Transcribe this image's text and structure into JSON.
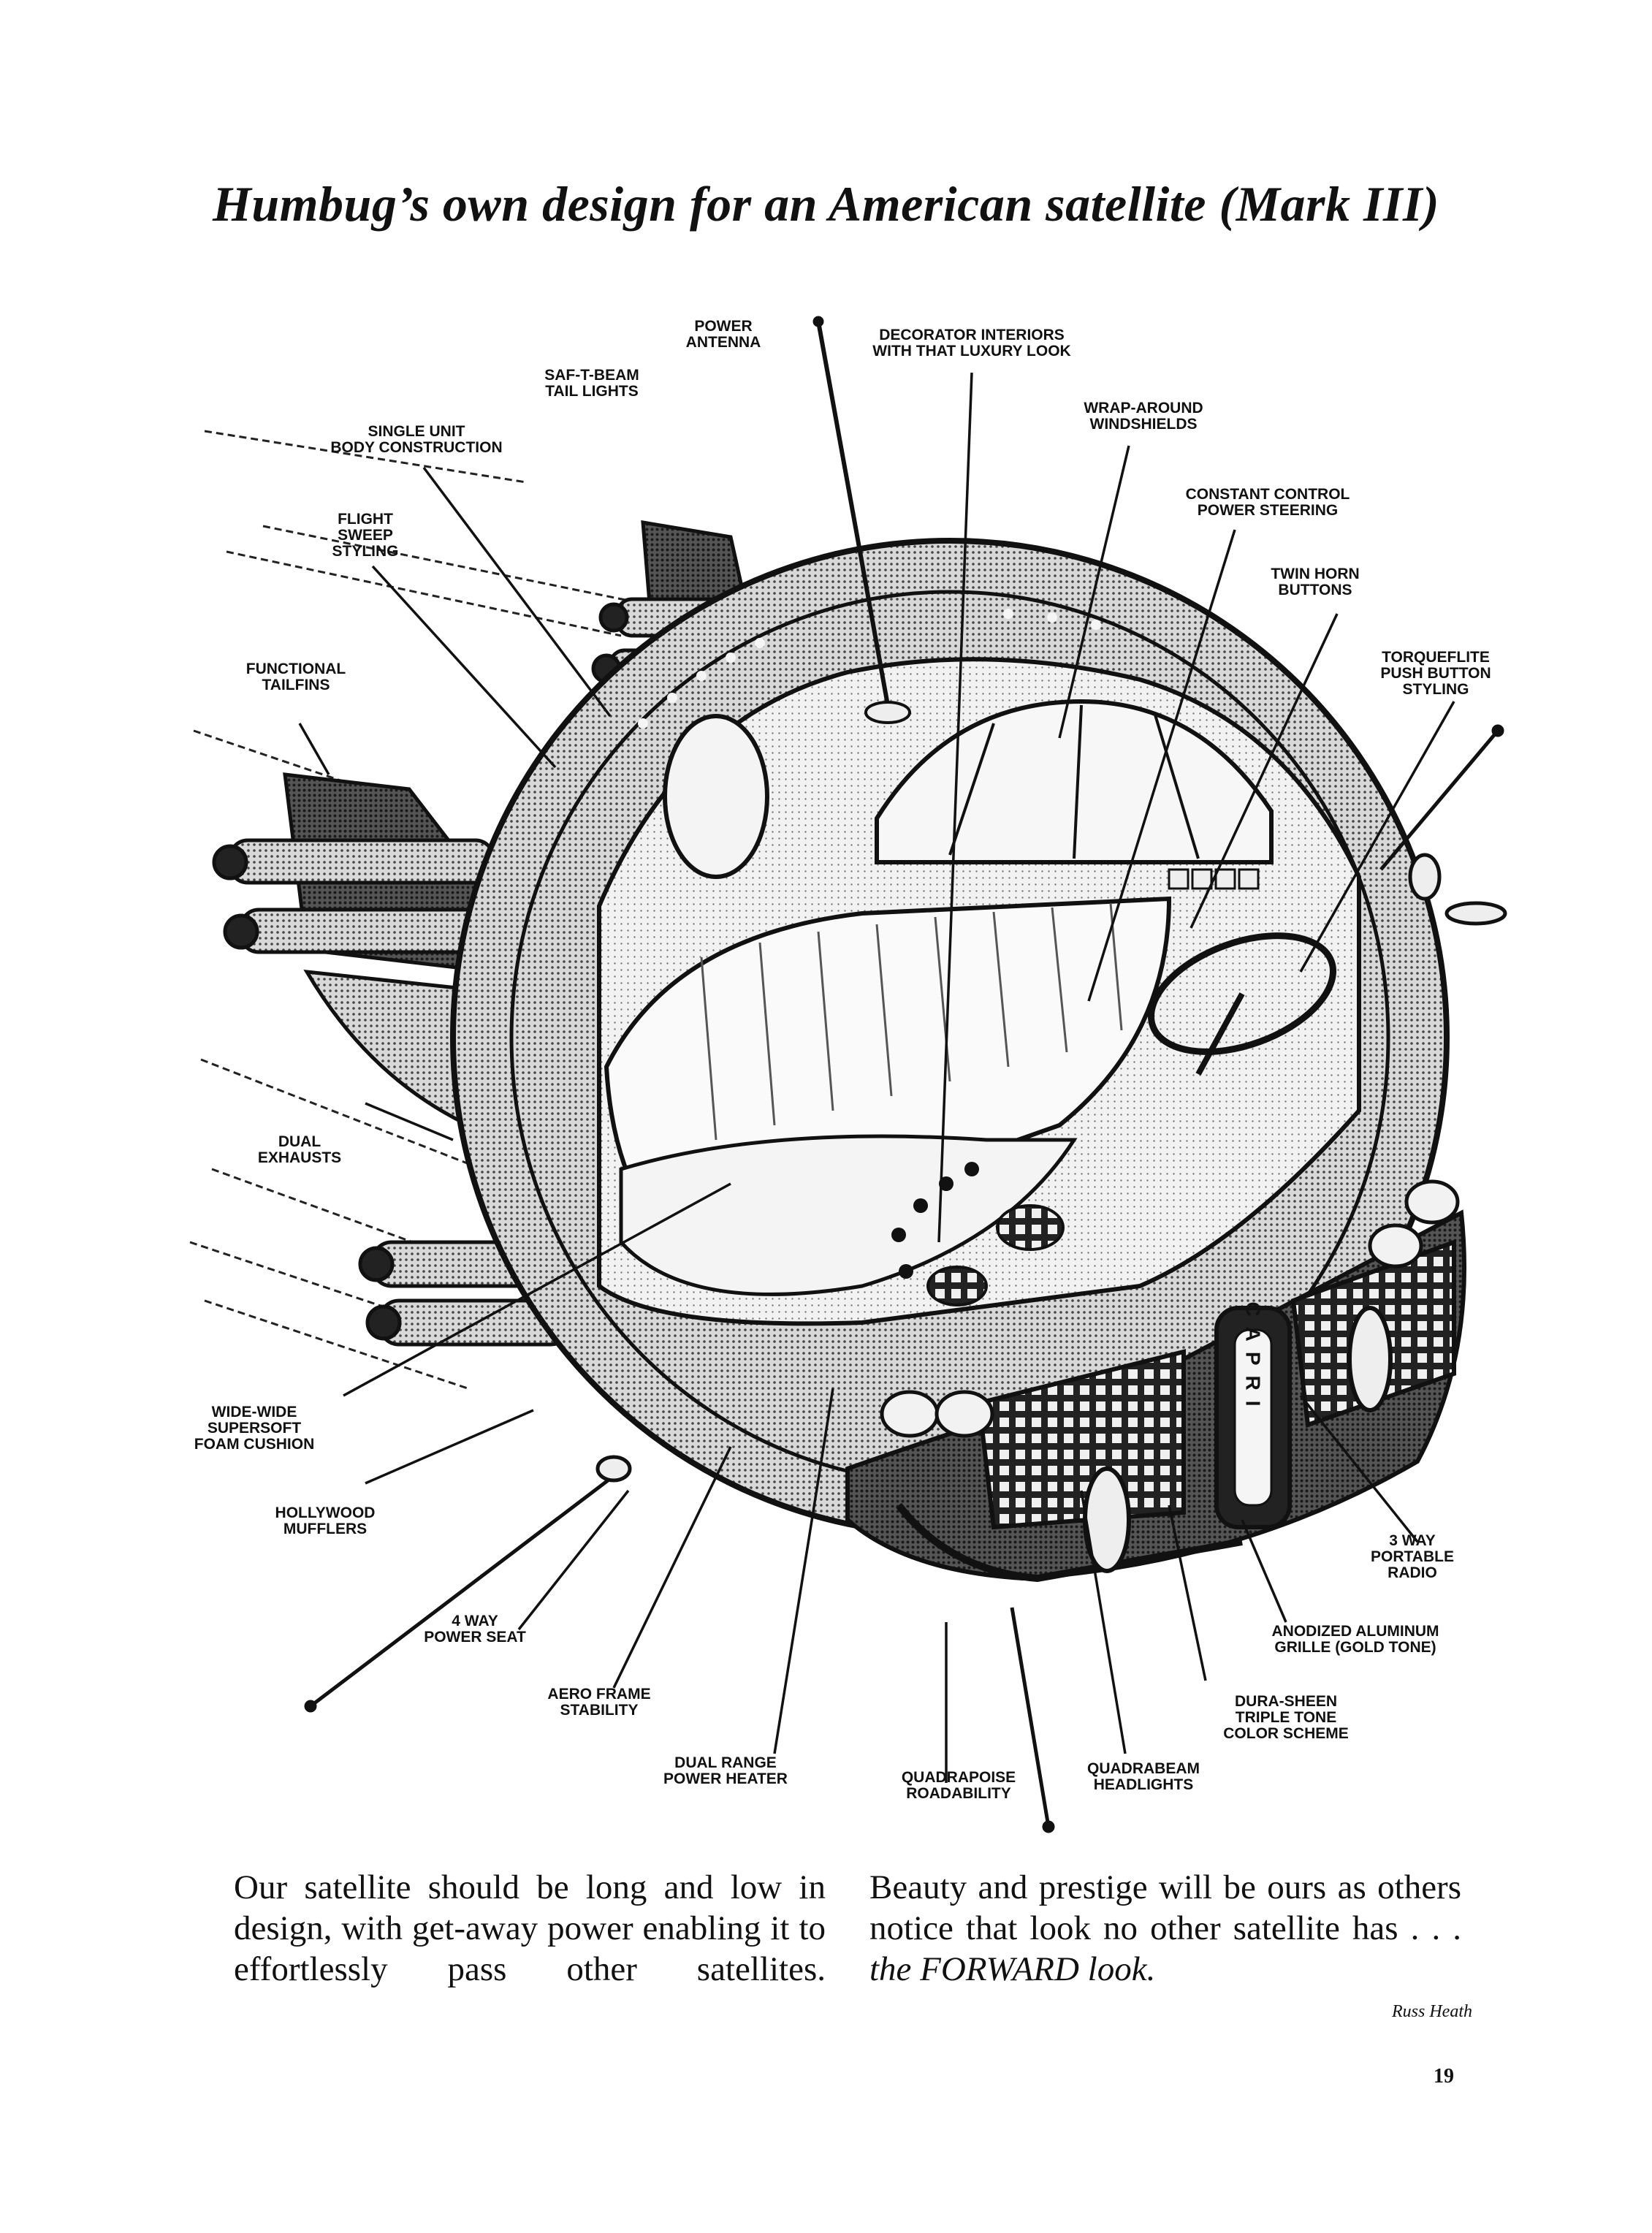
{
  "title": "Humbug’s own design for an American satellite (Mark III)",
  "labels": {
    "power_antenna": "POWER\nANTENNA",
    "decorator_interiors": "DECORATOR INTERIORS\nWITH THAT LUXURY LOOK",
    "saf_t_beam": "SAF-T-BEAM\nTAIL LIGHTS",
    "wrap_around": "WRAP-AROUND\nWINDSHIELDS",
    "single_unit": "SINGLE UNIT\nBODY CONSTRUCTION",
    "constant_control": "CONSTANT CONTROL\nPOWER STEERING",
    "flight_sweep": "FLIGHT\nSWEEP\nSTYLING",
    "twin_horn": "TWIN HORN\nBUTTONS",
    "functional_tailfins": "FUNCTIONAL\nTAILFINS",
    "torqueflite": "TORQUEFLITE\nPUSH BUTTON\nSTYLING",
    "dual_exhausts": "DUAL\nEXHAUSTS",
    "wide_wide": "WIDE-WIDE\nSUPERSOFT\nFOAM CUSHION",
    "hollywood_mufflers": "HOLLYWOOD\nMUFFLERS",
    "three_way_radio": "3 WAY\nPORTABLE\nRADIO",
    "four_way_seat": "4 WAY\nPOWER SEAT",
    "anodized_grille": "ANODIZED ALUMINUM\nGRILLE (GOLD TONE)",
    "aero_frame": "AERO FRAME\nSTABILITY",
    "dura_sheen": "DURA-SHEEN\nTRIPLE TONE\nCOLOR SCHEME",
    "dual_range": "DUAL RANGE\nPOWER HEATER",
    "quadrapoise": "QUADRAPOISE\nROADABILITY",
    "quadrabeam": "QUADRABEAM\nHEADLIGHTS"
  },
  "emblem_text": "CAPRI",
  "body": {
    "left_column": "Our satellite should be long and low in design, with get-away power enabling it to effortlessly pass other satellites.",
    "right_column_intro": "Beauty and prestige will be ours as others notice that look no other satellite has . . . ",
    "right_column_emphasis": "the FORWARD look."
  },
  "signature": "Russ Heath",
  "page_number": "19"
}
